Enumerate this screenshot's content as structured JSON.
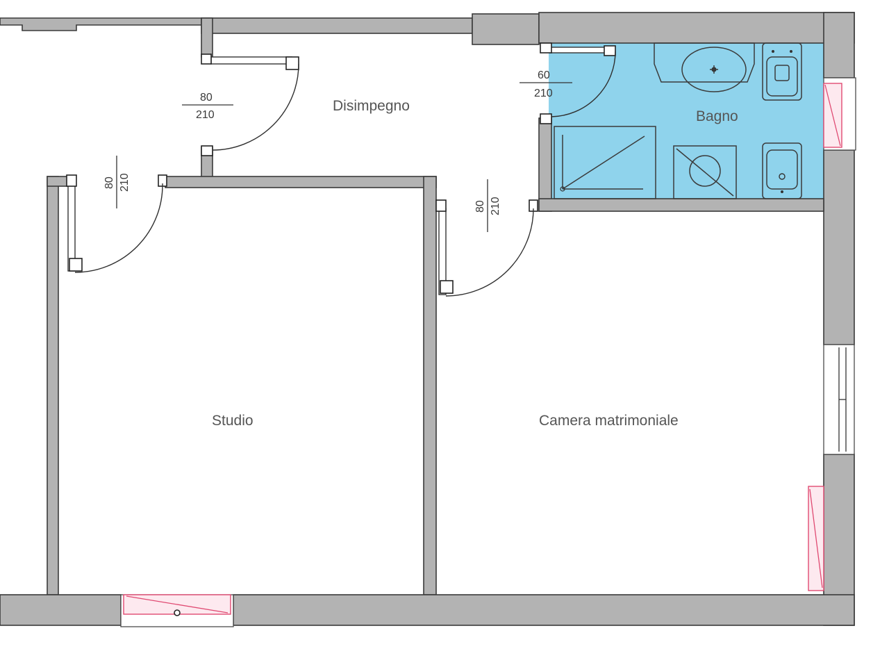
{
  "rooms": {
    "disimpegno": "Disimpegno",
    "bagno": "Bagno",
    "studio": "Studio",
    "camera": "Camera matrimoniale"
  },
  "doors": {
    "corridor_door": {
      "width": "80",
      "height": "210"
    },
    "studio_door": {
      "width": "80",
      "height": "210"
    },
    "bagno_door": {
      "width": "60",
      "height": "210"
    },
    "camera_door": {
      "width": "80",
      "height": "210"
    }
  },
  "colors": {
    "wall": "#b3b3b3",
    "bathroom": "#8fd3ec",
    "window_marker": "#e04a72"
  }
}
